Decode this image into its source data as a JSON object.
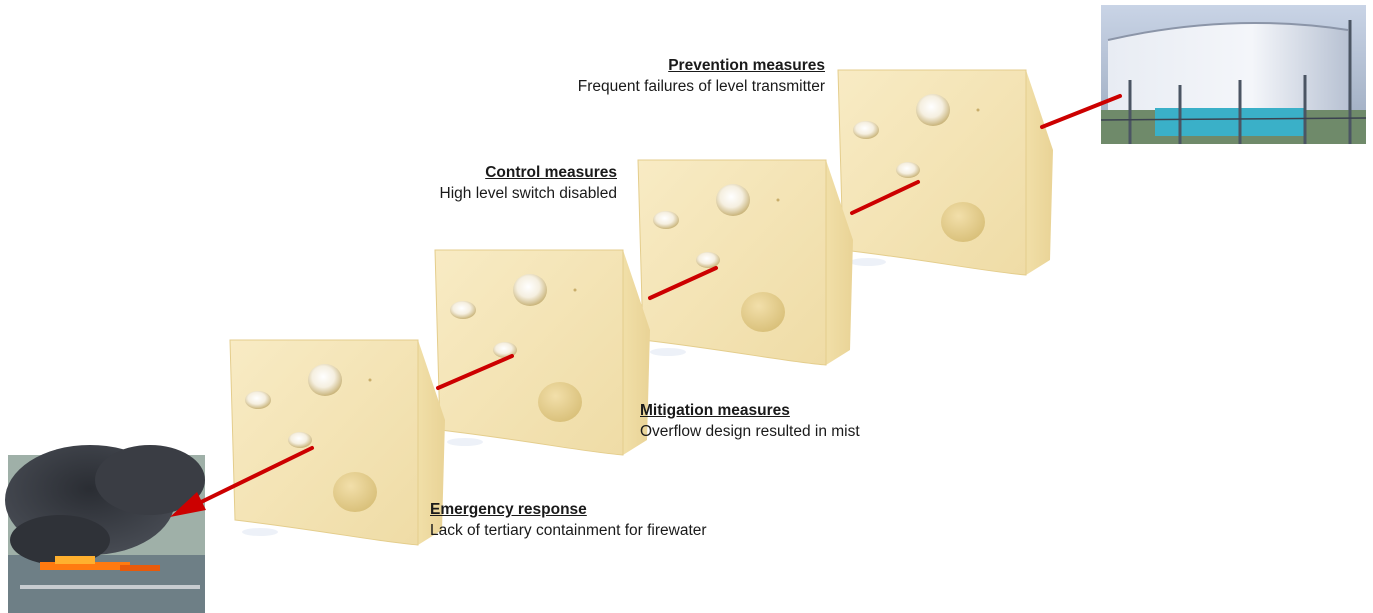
{
  "layers": [
    {
      "id": "prevention",
      "title": "Prevention measures",
      "detail": "Frequent failures of level transmitter"
    },
    {
      "id": "control",
      "title": "Control measures",
      "detail": "High level switch disabled"
    },
    {
      "id": "mitigation",
      "title": "Mitigation measures",
      "detail": "Overflow design resulted in mist"
    },
    {
      "id": "emergency",
      "title": "Emergency response",
      "detail": "Lack of tertiary containment for firewater"
    }
  ],
  "images": {
    "start": "storage-tank-photo",
    "end": "fire-smoke-photo",
    "layer_icon": "cheese-slice"
  },
  "colors": {
    "arrow": "#cc0000",
    "cheese": "#f3e2b0",
    "cheese_edge": "#e6cf8e"
  }
}
